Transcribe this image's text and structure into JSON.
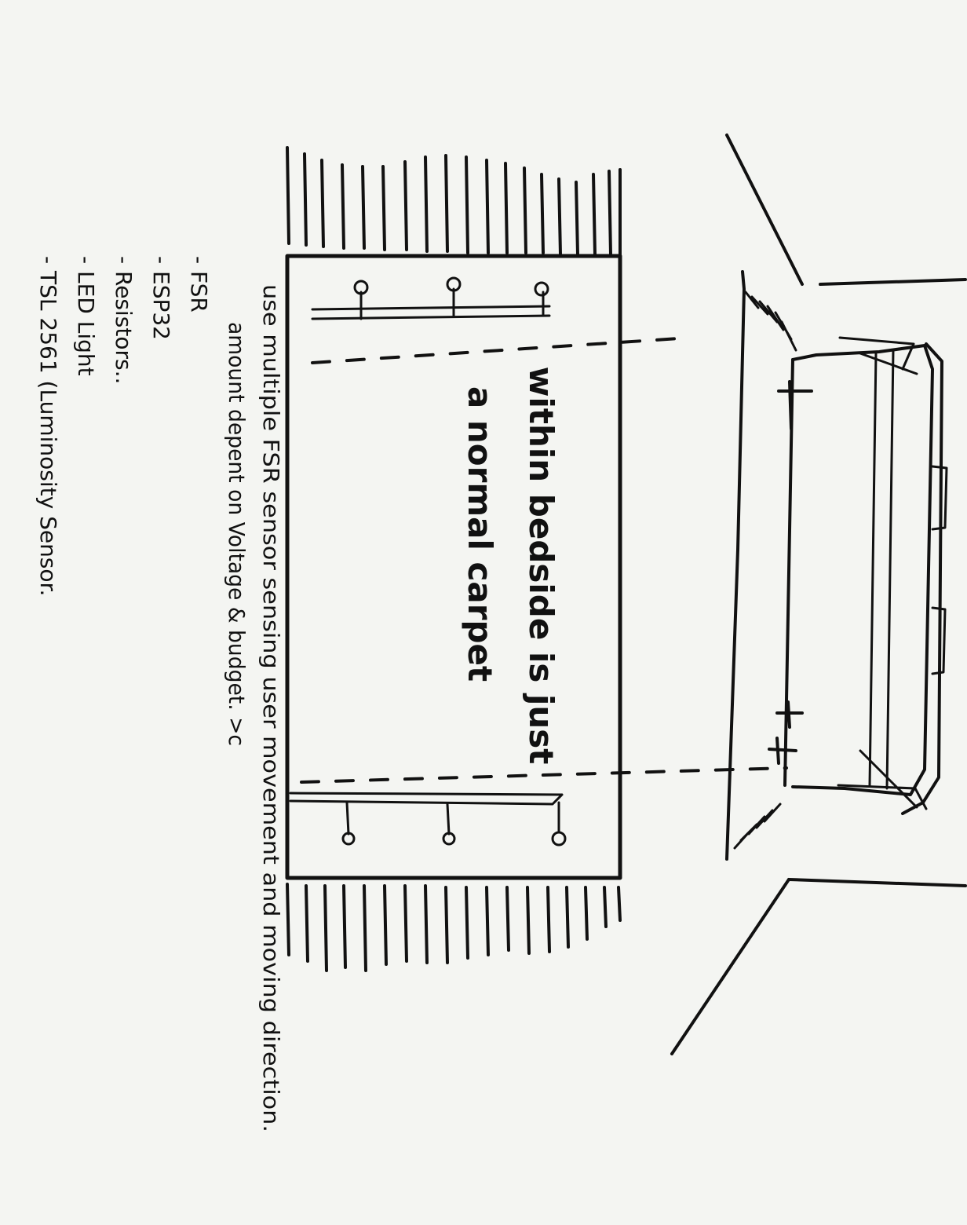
{
  "carpet": {
    "caption_line1": "within bedside is just",
    "caption_line2": "a normal carpet"
  },
  "notes": {
    "line1": "use multiple FSR sensor sensing user movement and moving direction.",
    "line2": "amount depent on Voltage & budget. >c"
  },
  "components": {
    "items": [
      "- FSR",
      "- ESP32",
      "- Resistors..",
      "- LED Light",
      "- TSL 2561 (Luminosity Sensor."
    ]
  }
}
